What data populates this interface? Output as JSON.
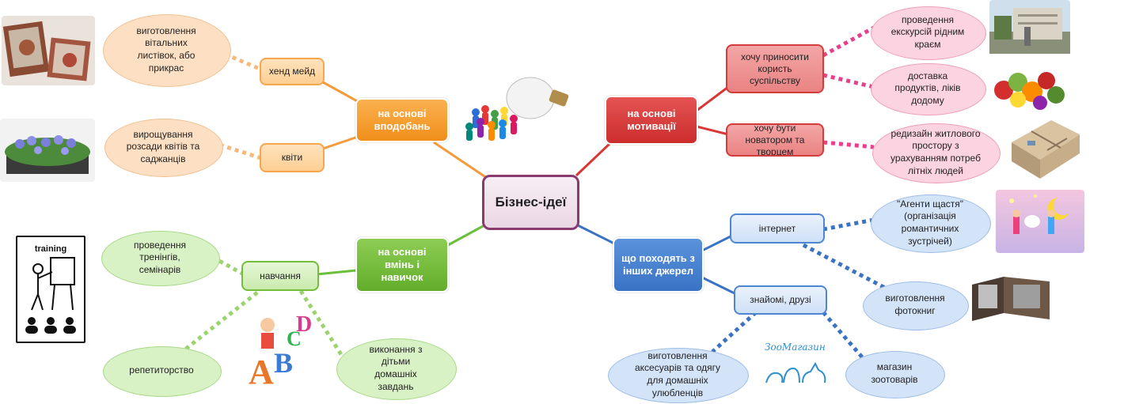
{
  "center": {
    "label": "Бізнес-ідеї"
  },
  "branches": {
    "likes": {
      "label": "на основі вподобань"
    },
    "motivation": {
      "label": "на основі мотивації"
    },
    "skills": {
      "label": "на основі вмінь і навичок"
    },
    "other": {
      "label": "що походять з інших джерел"
    }
  },
  "subs": {
    "handmade": "хенд мейд",
    "flowers": "квіти",
    "benefit": "хочу приносити користь суспільству",
    "innovator": "хочу бути новатором та творцем",
    "education": "навчання",
    "internet": "інтернет",
    "friends": "знайомі, друзі"
  },
  "leaves": {
    "cards": "виготовлення вітальних листівок, або прикрас",
    "seedlings": "вирощування розсади квітів та саджанців",
    "tours": "проведення екскурсій рідним краєм",
    "delivery": "доставка продуктів, ліків додому",
    "redesign": "редизайн житлового простору з урахуванням потреб літніх людей",
    "trainings": "проведення тренінгів, семінарів",
    "tutoring": "репетиторство",
    "homework": "виконання з дітьми домашніх завдань",
    "agents": "\"Агенти щастя\" (організація романтичних зустрічей)",
    "photobooks": "виготовлення фотокниг",
    "petwear": "виготовлення аксесуарів та одягу для домашніх улюбленців",
    "petshop": "магазин зоотоварів"
  },
  "images": {
    "training_sign": "training",
    "zoo_logo": "ЗооМагазин",
    "abc_letters": [
      "A",
      "B",
      "C",
      "D"
    ]
  },
  "colors": {
    "orange": "#f49b3a",
    "red": "#d93636",
    "green": "#6cbf3c",
    "blue": "#3b73c4",
    "pink_dot": "#e83e8c",
    "purple": "#8a3a70"
  }
}
